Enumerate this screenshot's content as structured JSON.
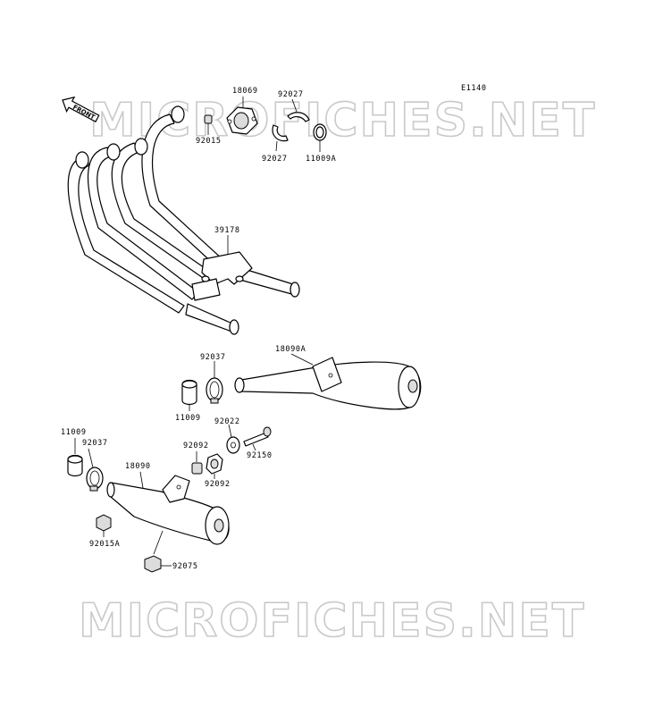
{
  "diagram": {
    "code": "E1140",
    "watermark": "MICROFICHES.NET",
    "front_label": "FRONT",
    "parts": [
      {
        "id": "p18069",
        "number": "18069"
      },
      {
        "id": "p92027a",
        "number": "92027"
      },
      {
        "id": "p92015",
        "number": "92015"
      },
      {
        "id": "p92027b",
        "number": "92027"
      },
      {
        "id": "p11009a_top",
        "number": "11009A"
      },
      {
        "id": "p39178",
        "number": "39178"
      },
      {
        "id": "p18090a",
        "number": "18090A"
      },
      {
        "id": "p92037a",
        "number": "92037"
      },
      {
        "id": "p11009a",
        "number": "11009"
      },
      {
        "id": "p92022",
        "number": "92022"
      },
      {
        "id": "p11009b",
        "number": "11009"
      },
      {
        "id": "p92037b",
        "number": "92037"
      },
      {
        "id": "p92092a",
        "number": "92092"
      },
      {
        "id": "p92150",
        "number": "92150"
      },
      {
        "id": "p18090",
        "number": "18090"
      },
      {
        "id": "p92092b",
        "number": "92092"
      },
      {
        "id": "p92015a",
        "number": "92015A"
      },
      {
        "id": "p92075",
        "number": "92075"
      }
    ]
  }
}
